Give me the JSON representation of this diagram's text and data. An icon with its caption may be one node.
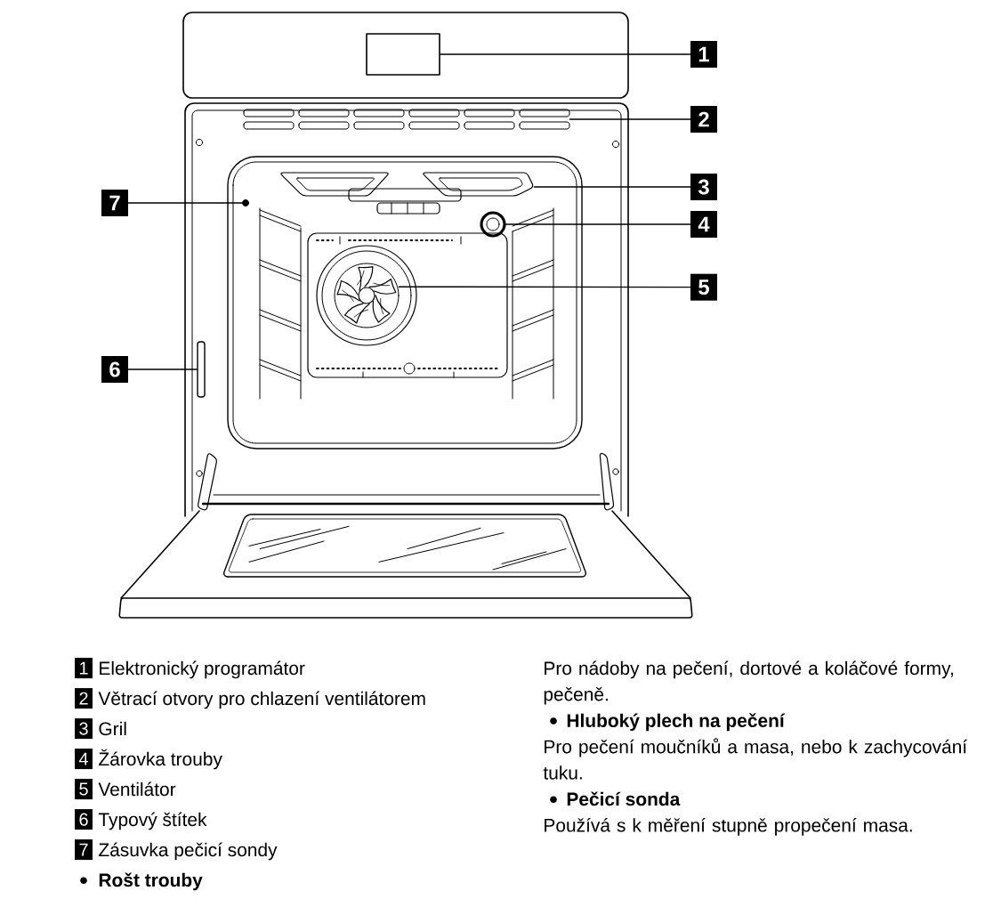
{
  "diagram": {
    "nodes": [
      {
        "text": [
          "1"
        ]
      },
      {
        "text": [
          "2"
        ]
      },
      {
        "text": [
          "3"
        ]
      },
      {
        "text": [
          "4"
        ]
      },
      {
        "text": [
          "5"
        ]
      },
      {
        "text": [
          "6"
        ]
      },
      {
        "text": [
          "7"
        ]
      },
      {
        "text": [],
        "shape": "box"
      },
      {
        "text": [],
        "shape": "picture"
      },
      {
        "text": [],
        "shape": "picture"
      },
      {
        "text": [],
        "shape": "circle"
      },
      {
        "text": [],
        "shape": "picture"
      },
      {
        "text": [],
        "shape": "bar"
      },
      {
        "text": [],
        "shape": "circle"
      }
    ],
    "edges": [
      {
        "from": 0,
        "to": 7,
        "arrow": "none"
      },
      {
        "from": 1,
        "to": 8,
        "arrow": "none"
      },
      {
        "from": 2,
        "to": 9,
        "arrow": "none"
      },
      {
        "from": 3,
        "to": 10,
        "arrow": "none"
      },
      {
        "from": 4,
        "to": 11,
        "arrow": "none"
      },
      {
        "from": 5,
        "to": 12,
        "arrow": "none"
      },
      {
        "from": 6,
        "to": 13,
        "arrow": "none"
      }
    ],
    "labels": [
      "1",
      "Elektronický programátor",
      "2",
      "Větrací otvory pro chlazení ventilátorem",
      "3",
      "Gril",
      "4",
      "Žárovka trouby",
      "5",
      "Ventilátor",
      "6",
      "Typový štítek",
      "7",
      "Zásuvka pečicí sondy",
      "Rošt trouby",
      "Pro nádoby na pečení, dortové a koláčové formy, pečeně.",
      "Hluboký plech na pečení",
      "Pro pečení moučníků a masa, nebo k zachycování tuku.",
      "Pečicí sonda",
      "Používá s k měření stupně propečení masa."
    ]
  }
}
